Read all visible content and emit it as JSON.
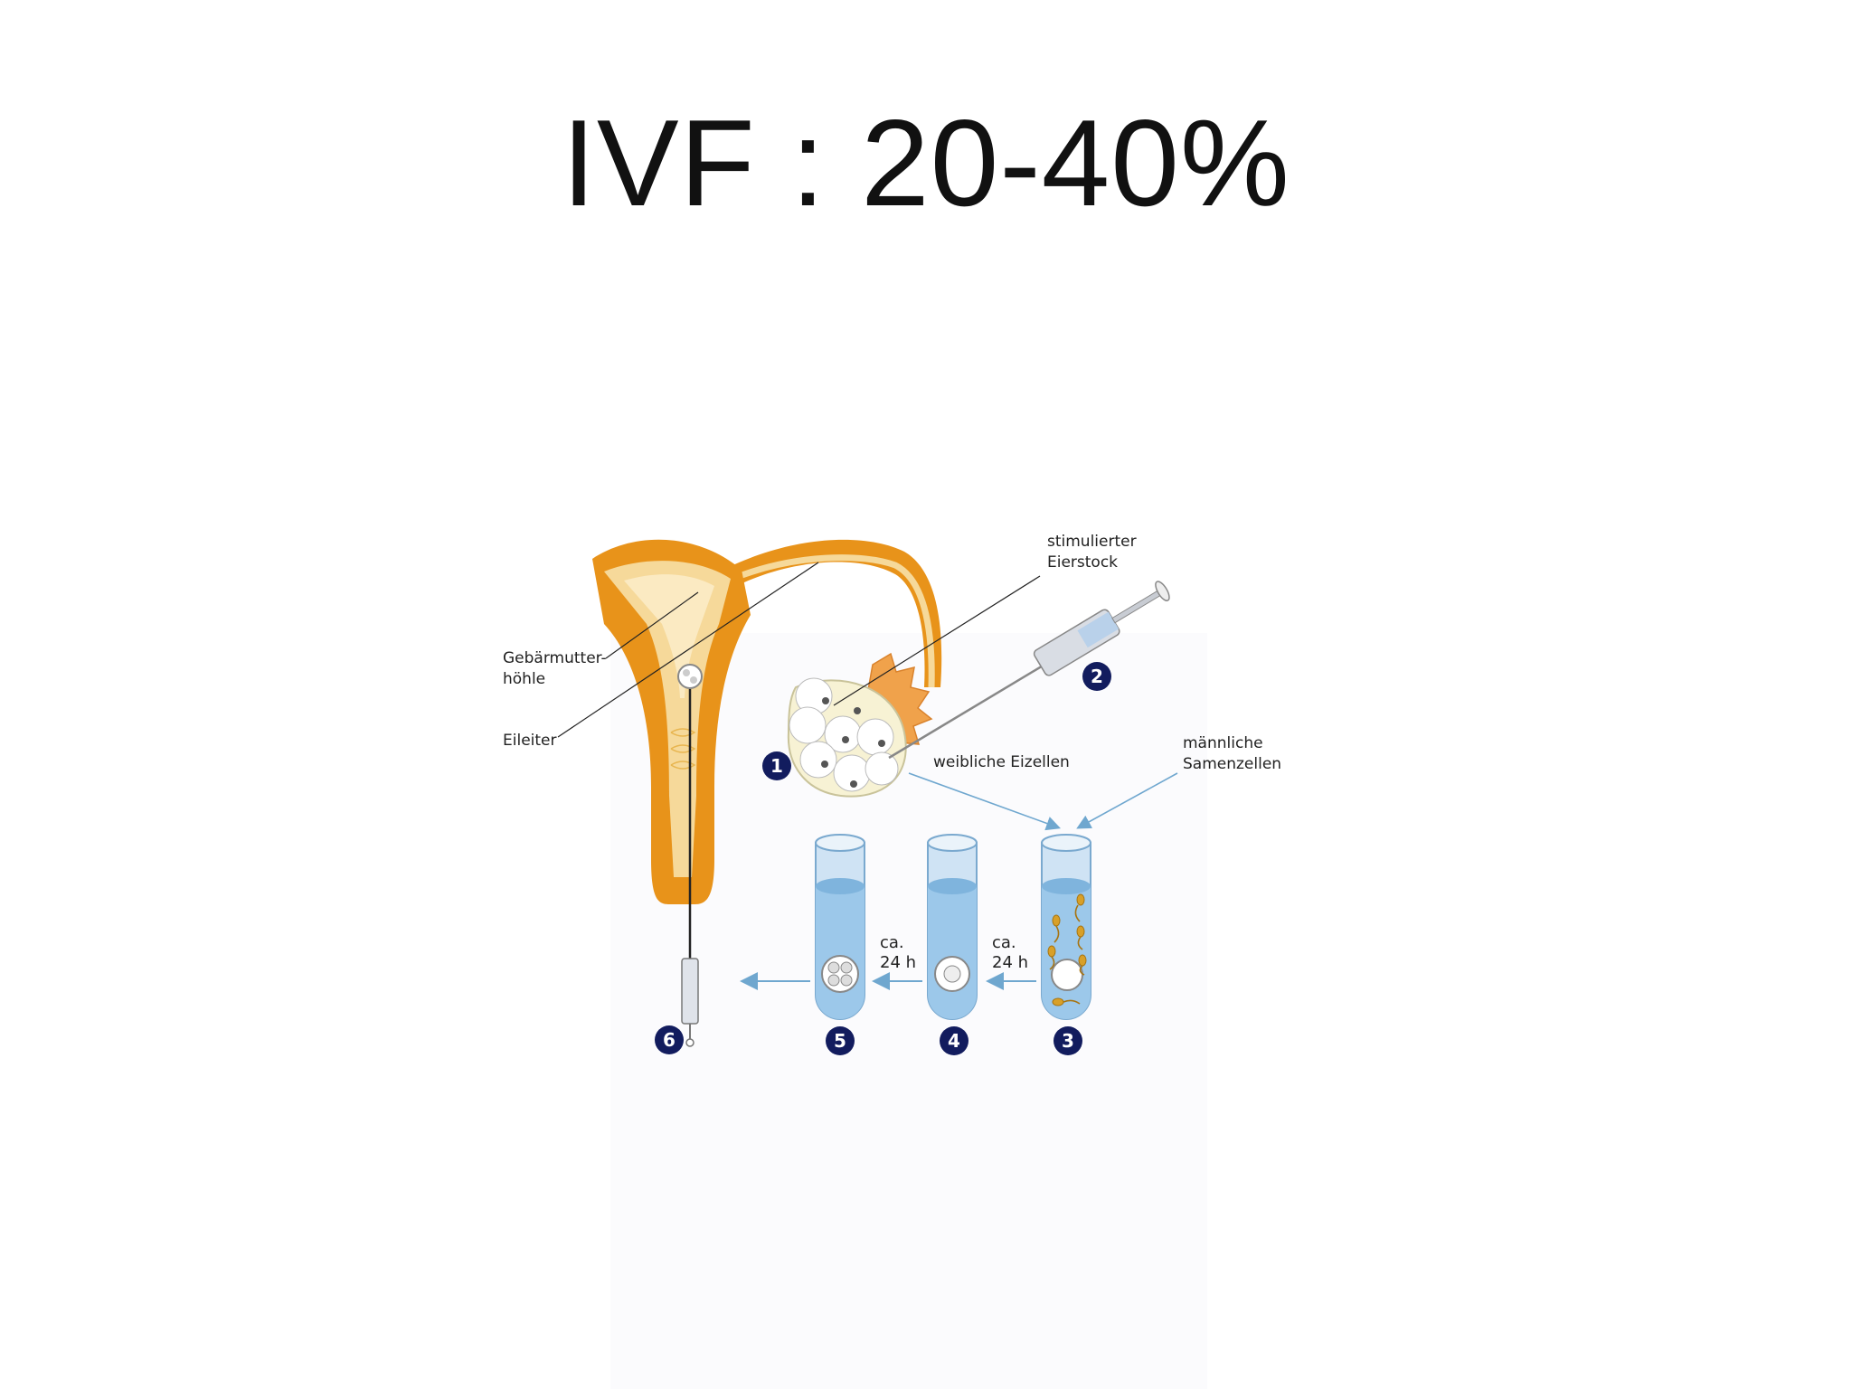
{
  "title": "IVF : 20-40%",
  "colors": {
    "uterus_outer": "#e8931a",
    "uterus_inner": "#f6d99a",
    "uterus_cavity": "#fbeac2",
    "ovary": "#f7f2d4",
    "badge": "#121c5e",
    "tube_liquid": "#9cc8ea",
    "arrow": "#6fa7cf"
  },
  "labels": {
    "uterine_cavity_line1": "Gebärmutter-",
    "uterine_cavity_line2": "höhle",
    "fallopian_tube": "Eileiter",
    "ovary_line1": "stimulierter",
    "ovary_line2": "Eierstock",
    "egg_cells": "weibliche Eizellen",
    "sperm_line1": "männliche",
    "sperm_line2": "Samenzellen"
  },
  "incubation": [
    {
      "line1": "ca.",
      "line2": "24 h"
    },
    {
      "line1": "ca.",
      "line2": "24 h"
    }
  ],
  "steps": [
    "1",
    "2",
    "3",
    "4",
    "5",
    "6"
  ]
}
